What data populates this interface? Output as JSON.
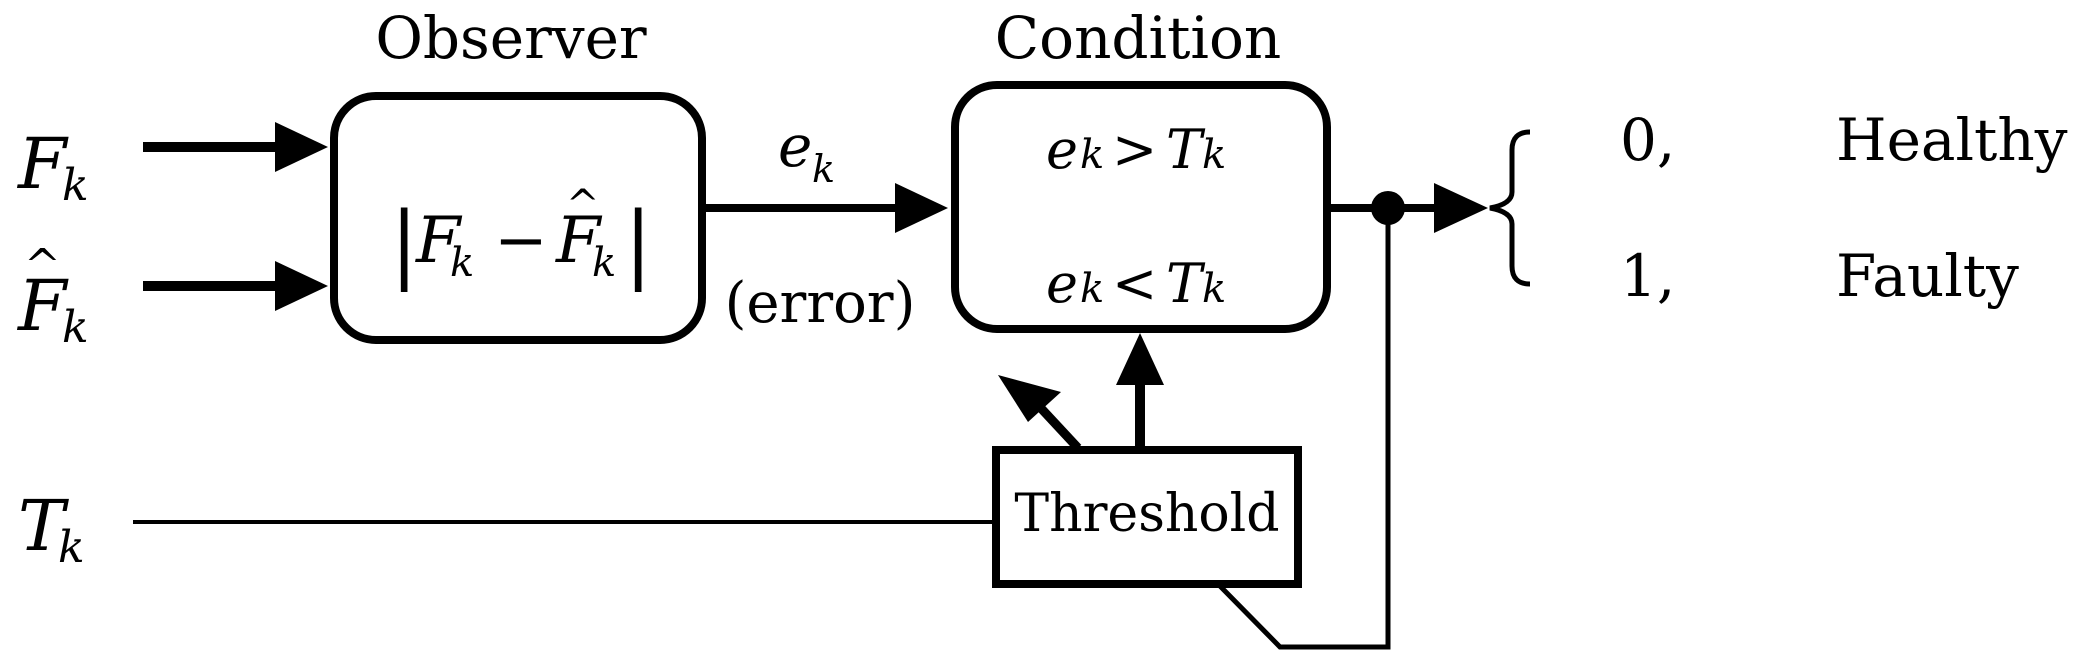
{
  "inputs": {
    "f_main": "F",
    "f_sub": "k",
    "fhat_main": "F",
    "fhat_hat": "^",
    "fhat_sub": "k",
    "t_main": "T",
    "t_sub": "k"
  },
  "observer": {
    "title": "Observer",
    "formula": {
      "bar": "|",
      "f_main": "F",
      "f_sub": "k",
      "minus": "−",
      "fhat_main": "F",
      "fhat_hat": "^",
      "fhat_sub": "k"
    }
  },
  "error_signal": {
    "main": "e",
    "sub": "k",
    "label": "(error)"
  },
  "condition": {
    "title": "Condition",
    "row1": {
      "e": "e",
      "e_sub": "k",
      "op": ">",
      "t": "T",
      "t_sub": "k"
    },
    "row2": {
      "e": "e",
      "e_sub": "k",
      "op": "<",
      "t": "T",
      "t_sub": "k"
    }
  },
  "threshold": {
    "label": "Threshold"
  },
  "outputs": {
    "brace": "{",
    "healthy_value": "0,",
    "healthy_label": "Healthy",
    "faulty_value": "1,",
    "faulty_label": "Faulty"
  }
}
